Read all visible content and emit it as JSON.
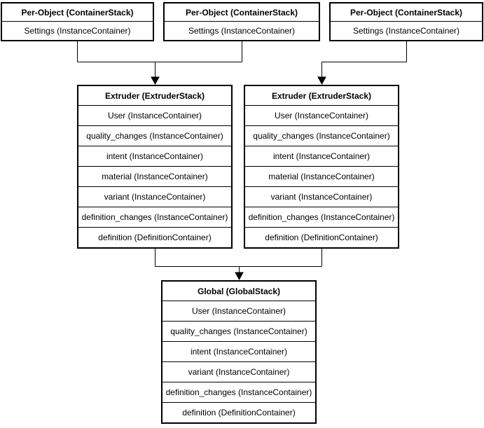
{
  "colors": {
    "line": "#000000",
    "text": "#000000",
    "box_background": "#ffffff",
    "page_background": "#ffffff"
  },
  "diagram": {
    "per_object_stacks": [
      {
        "title": "Per-Object (ContainerStack)",
        "rows": [
          "Settings (InstanceContainer)"
        ]
      },
      {
        "title": "Per-Object (ContainerStack)",
        "rows": [
          "Settings (InstanceContainer)"
        ]
      },
      {
        "title": "Per-Object (ContainerStack)",
        "rows": [
          "Settings (InstanceContainer)"
        ]
      }
    ],
    "extruder_stacks": [
      {
        "title": "Extruder (ExtruderStack)",
        "rows": [
          "User (InstanceContainer)",
          "quality_changes (InstanceContainer)",
          "intent (InstanceContainer)",
          "material (InstanceContainer)",
          "variant (InstanceContainer)",
          "definition_changes (InstanceContainer)",
          "definition (DefinitionContainer)"
        ]
      },
      {
        "title": "Extruder (ExtruderStack)",
        "rows": [
          "User (InstanceContainer)",
          "quality_changes (InstanceContainer)",
          "intent (InstanceContainer)",
          "material (InstanceContainer)",
          "variant (InstanceContainer)",
          "definition_changes (InstanceContainer)",
          "definition (DefinitionContainer)"
        ]
      }
    ],
    "global_stack": {
      "title": "Global (GlobalStack)",
      "rows": [
        "User (InstanceContainer)",
        "quality_changes (InstanceContainer)",
        "intent (InstanceContainer)",
        "variant (InstanceContainer)",
        "definition_changes (InstanceContainer)",
        "definition (DefinitionContainer)"
      ]
    }
  }
}
